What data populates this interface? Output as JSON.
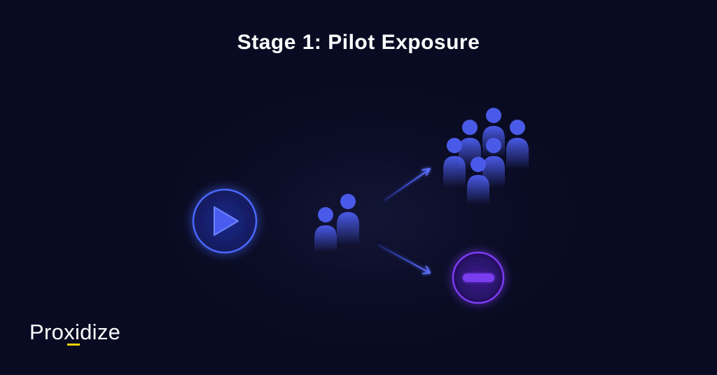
{
  "title": "Stage 1: Pilot Exposure",
  "brand": {
    "logo_text": "Proxidize",
    "accent_color": "#f5d400"
  },
  "colors": {
    "background": "#090b22",
    "play_node": "#4a5cf0",
    "person": "#4a5ae8",
    "blocked_node": "#7a3cf0",
    "arrow": "#3d55ff"
  },
  "nodes": [
    {
      "id": "play",
      "icon": "play-icon"
    },
    {
      "id": "pilot-group",
      "icon": "two-people-icon"
    },
    {
      "id": "crowd",
      "icon": "crowd-icon"
    },
    {
      "id": "blocked",
      "icon": "minus-icon"
    }
  ]
}
